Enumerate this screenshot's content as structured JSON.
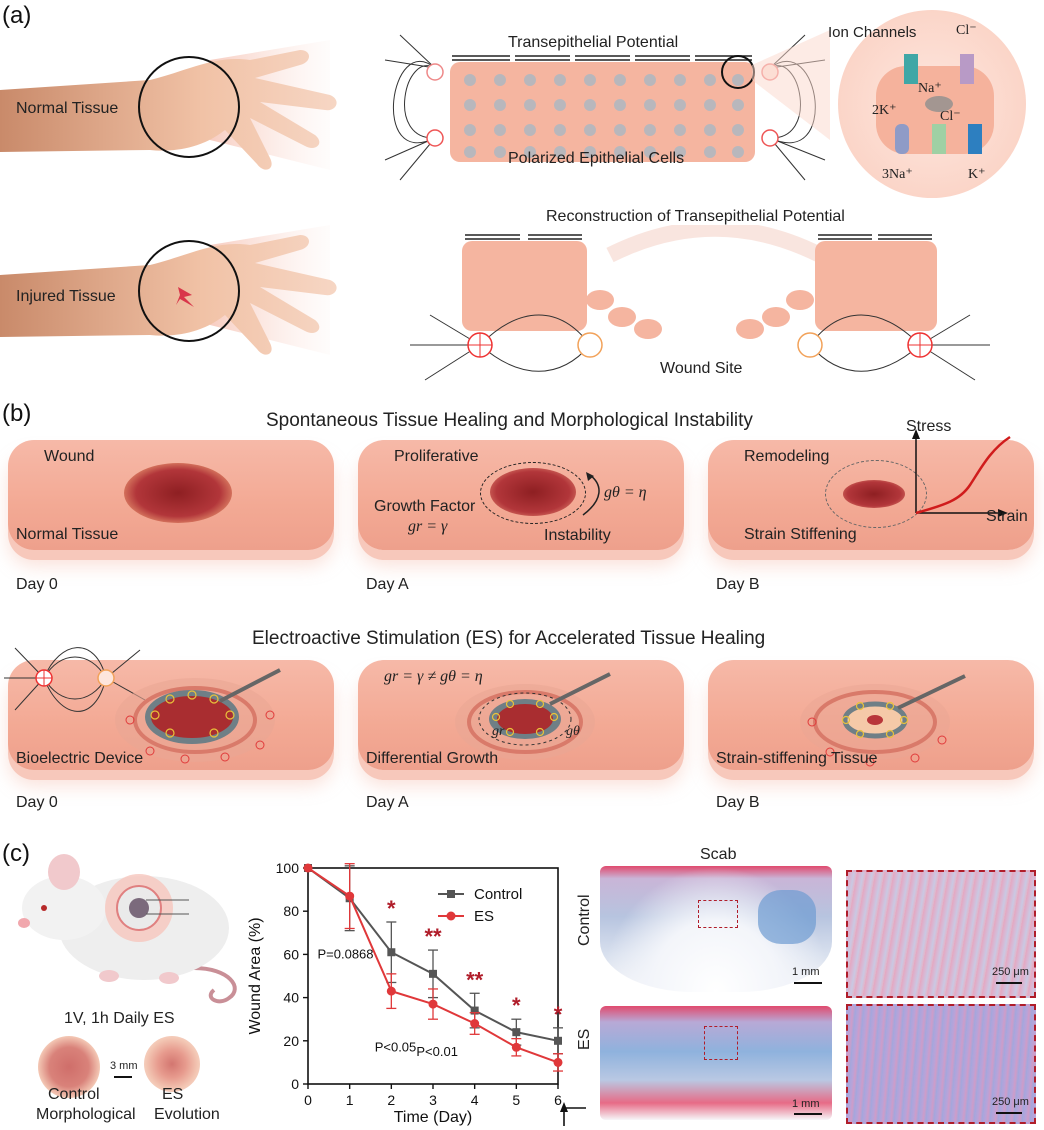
{
  "panel_a": {
    "letter": "(a)",
    "normal_tissue": "Normal Tissue",
    "injured_tissue": "Injured Tissue",
    "transepithelial_potential": "Transepithelial Potential",
    "polarized_cells": "Polarized Epithelial Cells",
    "ion_channels": "Ion Channels",
    "ion_cl_top": "Cl⁻",
    "ion_na": "Na⁺",
    "ion_2k": "2K⁺",
    "ion_cl_mid": "Cl⁻",
    "ion_3na": "3Na⁺",
    "ion_k": "K⁺",
    "reconstruction": "Reconstruction of Transepithelial Potential",
    "wound_site": "Wound Site"
  },
  "panel_b": {
    "letter": "(b)",
    "title_top": "Spontaneous Tissue Healing and Morphological Instability",
    "title_bottom": "Electroactive Stimulation (ES) for Accelerated Tissue Healing",
    "wound": "Wound",
    "normal_tissue": "Normal Tissue",
    "proliferative": "Proliferative",
    "growth_factor": "Growth Factor",
    "gr_gamma": "gr = γ",
    "gtheta_eta": "gθ = η",
    "instability": "Instability",
    "remodeling": "Remodeling",
    "stress": "Stress",
    "strain": "Strain",
    "strain_stiffening": "Strain Stiffening",
    "bioelectric_device": "Bioelectric Device",
    "diff_eq": "gr = γ ≠ gθ = η",
    "differential_growth": "Differential Growth",
    "gr": "gr",
    "gtheta": "gθ",
    "strain_stiff_tissue": "Strain-stiffening Tissue",
    "day0": "Day 0",
    "dayA": "Day A",
    "dayB": "Day B"
  },
  "panel_c": {
    "letter": "(c)",
    "protocol": "1V, 1h Daily ES",
    "scale_3mm": "3 mm",
    "control": "Control",
    "es": "ES",
    "morph_line1": "Morphological",
    "morph_line2": "Evolution",
    "scab": "Scab",
    "scale_1mm": "1 mm",
    "scale_250": "250 μm",
    "row_control": "Control",
    "row_es": "ES"
  },
  "chart_data": {
    "type": "line",
    "xlabel": "Time (Day)",
    "ylabel": "Wound Area (%)",
    "xlim": [
      0,
      6
    ],
    "ylim": [
      0,
      100
    ],
    "xticks": [
      "0",
      "1",
      "2",
      "3",
      "4",
      "5",
      "6"
    ],
    "yticks": [
      "0",
      "20",
      "40",
      "60",
      "80",
      "100"
    ],
    "x": [
      0,
      1,
      2,
      3,
      4,
      5,
      6
    ],
    "series": [
      {
        "name": "Control",
        "color": "#555555",
        "values": [
          100,
          86,
          61,
          51,
          34,
          24,
          20
        ],
        "errors": [
          0,
          15,
          14,
          11,
          8,
          6,
          6
        ]
      },
      {
        "name": "ES",
        "color": "#e0383a",
        "values": [
          100,
          87,
          43,
          37,
          28,
          17,
          10
        ],
        "errors": [
          0,
          15,
          8,
          7,
          5,
          4,
          4
        ]
      }
    ],
    "legend": "top-right",
    "annotations": [
      {
        "text": "P=0.0868",
        "x": 0.9,
        "y": 58
      },
      {
        "text": "P<0.05",
        "x": 2.1,
        "y": 15
      },
      {
        "text": "P<0.01",
        "x": 3.1,
        "y": 13
      }
    ],
    "significance": [
      {
        "x": 2,
        "mark": "*"
      },
      {
        "x": 3,
        "mark": "**"
      },
      {
        "x": 4,
        "mark": "**"
      },
      {
        "x": 5,
        "mark": "*"
      },
      {
        "x": 6,
        "mark": "*"
      }
    ]
  }
}
